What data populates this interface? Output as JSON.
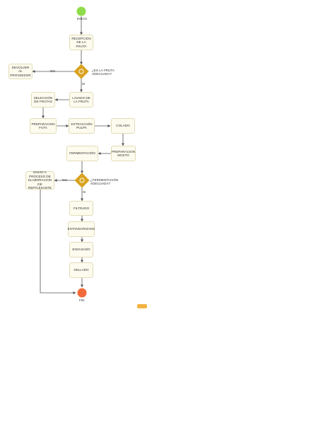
{
  "diagram": {
    "colors": {
      "start": "#8fdc4a",
      "end": "#f26b3a",
      "gateway": "#d9a321",
      "box_fill": "#fdfbee",
      "box_border": "#e2dcb8",
      "line": "#555555",
      "badge": "#f3b343"
    },
    "start_label": "INICIO",
    "end_label": "FIN",
    "steps": {
      "recepcion": "RECEPCION\nDE LA FRUTA",
      "devolver": "DEVOLVER\nAL\nPROVEEDOR",
      "lavado": "LAVADO DE\nLA FRUTA",
      "seleccion": "SELECCIÓN\nDE FRUTAS",
      "preparacion_futa": "PREPARACION\nFUTA",
      "extraccion": "EXTRACCIÓN\nPULPA",
      "colado": "COLADO",
      "preparacion_mosto": "PREPARACION\nMOSTO",
      "fermentacion": "FERMENTACIÓN",
      "envio": "ENVIO A\nPROCESO DE\nELABORACION\nDE REFFLESANTE",
      "filtrado": "FILTRADO",
      "estandarizado": "ESTANDARIZADO",
      "envasado": "ENVASADO",
      "sellado": "SELLADO"
    },
    "gateways": {
      "fruta_question": "¿ES LA FRUTA\nADECUADA?",
      "fermentacion_question": "¿FERMENTACIÓN\nADECUADA?"
    },
    "edge_labels": {
      "no_1": "NO",
      "si_1": "SI",
      "no_2": "NO",
      "si_2": "SI"
    }
  }
}
